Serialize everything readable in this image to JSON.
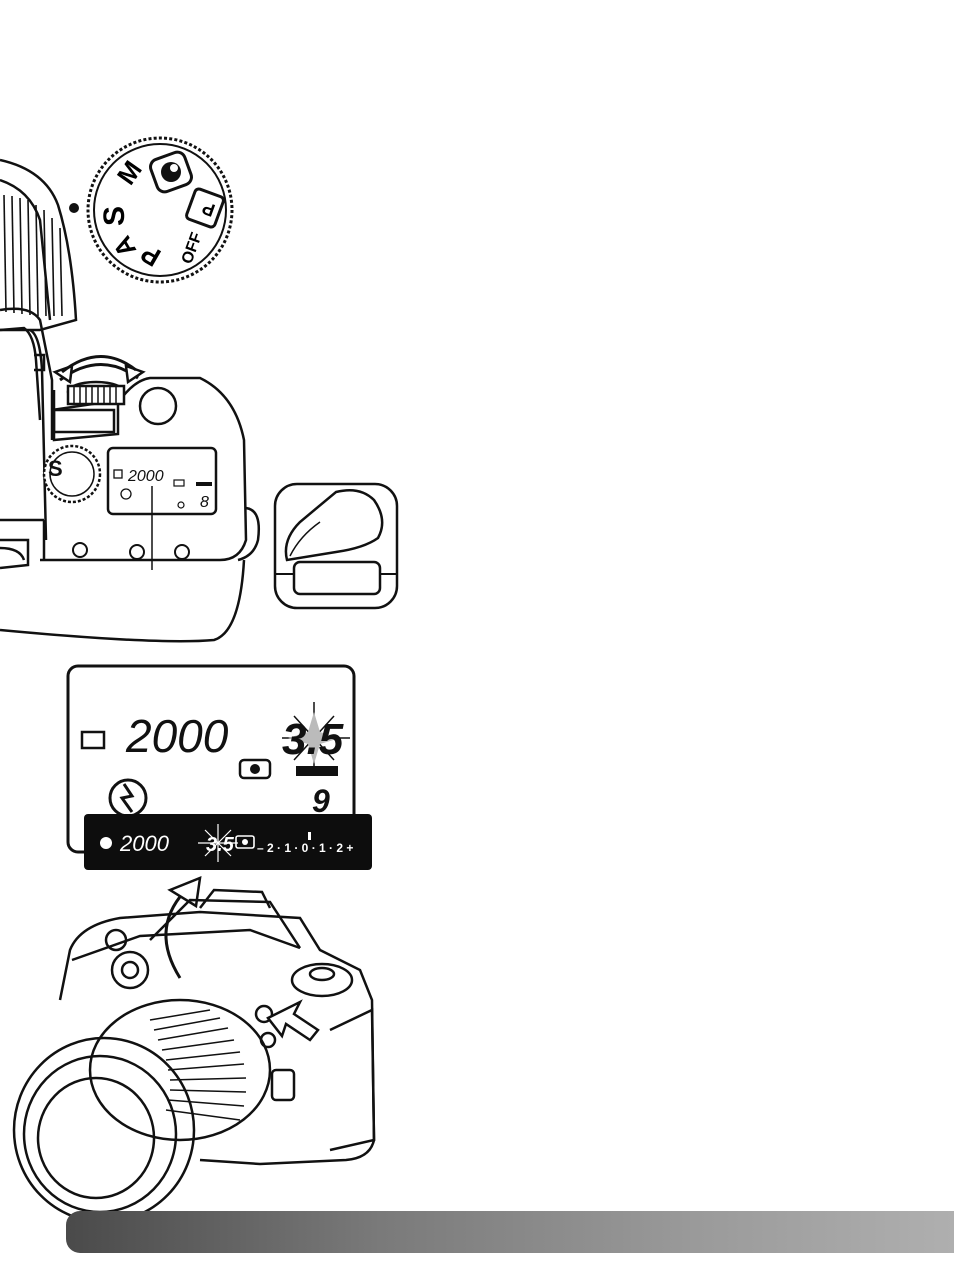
{
  "mode_dial": {
    "labels": [
      "M",
      "S",
      "A",
      "P",
      "OFF"
    ],
    "selected": "S"
  },
  "top_lcd": {
    "shutter": "2000",
    "frame_count": "8"
  },
  "lcd_panel": {
    "shutter": "2000",
    "aperture": "3.5",
    "frame_count": "9"
  },
  "viewfinder": {
    "shutter": "2000",
    "aperture": "3.5",
    "scale": "– 2 · 1 · 0 · 1 · 2 +"
  },
  "sub_dial_label": "S",
  "colors": {
    "line": "#111111",
    "viewfinder_bg": "#0d0d0d",
    "bar_start": "#4a4a4a",
    "bar_end": "#b0b0b0"
  }
}
